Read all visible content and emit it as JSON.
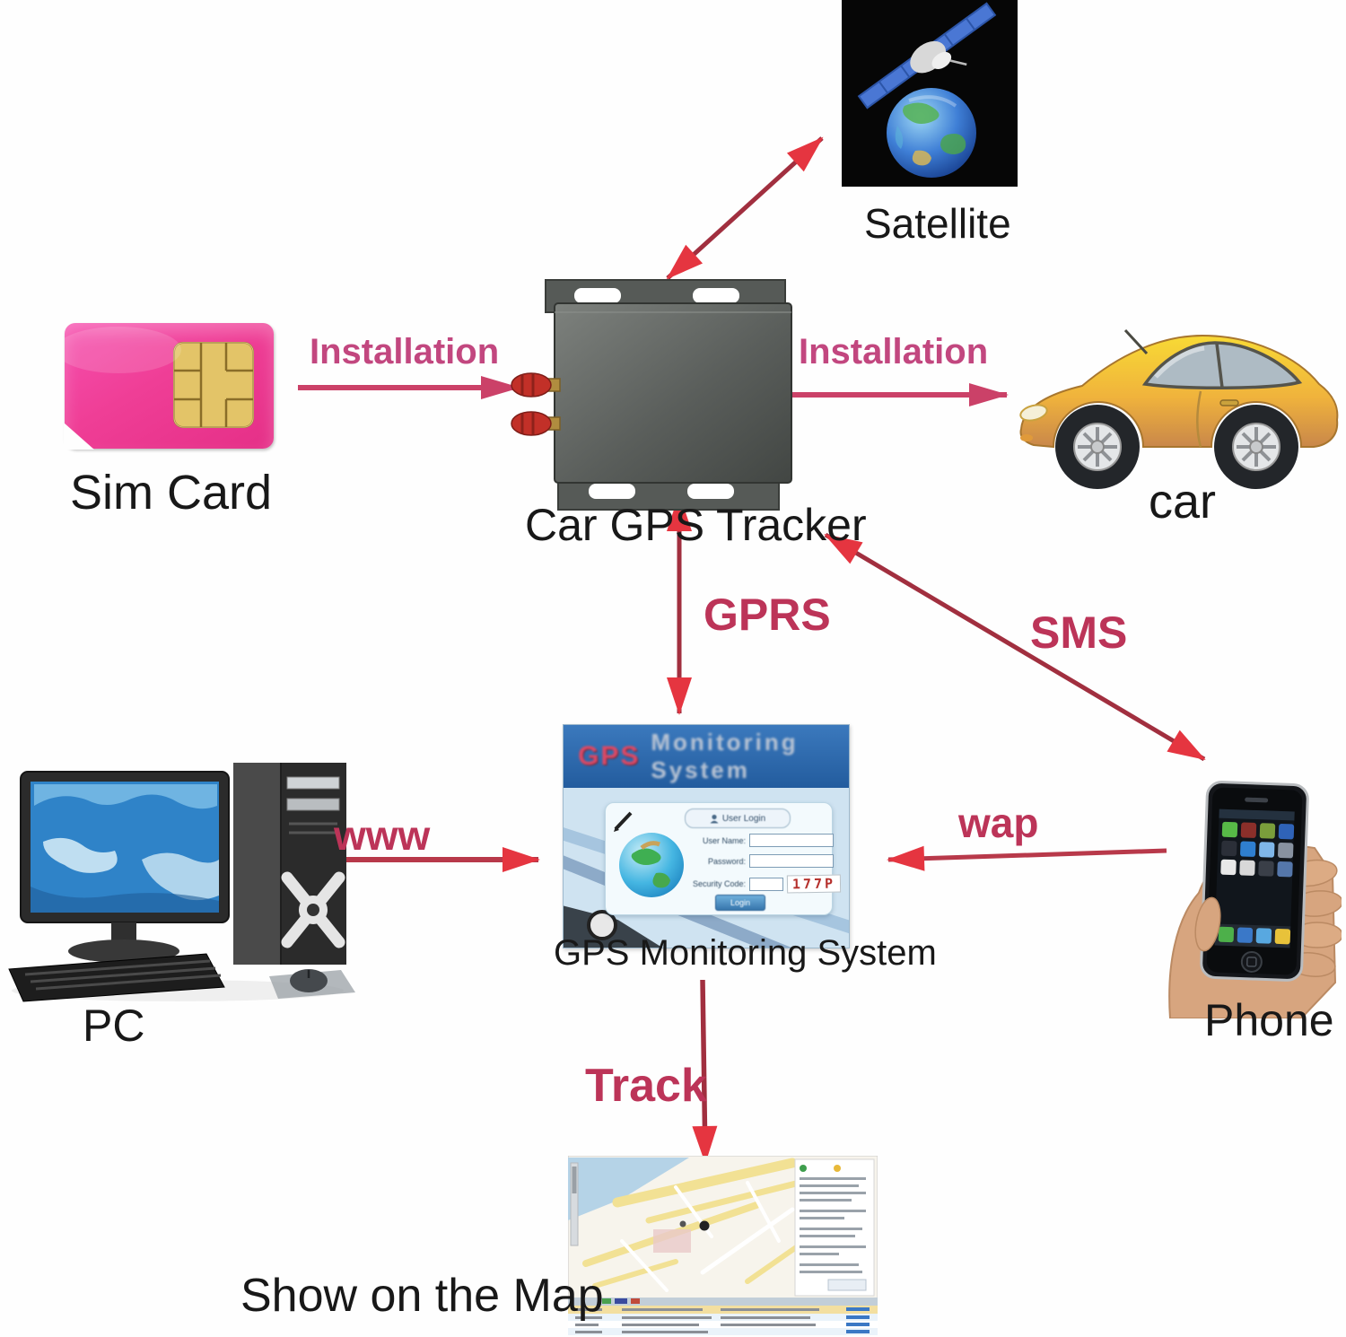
{
  "title": "Car GPS Tracker system diagram",
  "colors": {
    "installation_label": "#c2477f",
    "edge_label": "#bc3458",
    "arrow_pink": "#cb4168",
    "arrow_red_shaft": "#a12f3f",
    "arrow_red_head": "#e53540",
    "sim_pink": "#ef3e96",
    "tracker_gray": "#5a5e5b",
    "monitor_header_blue": "#2f6cae",
    "car_yellow": "#f2c733"
  },
  "nodes": {
    "satellite": {
      "label": "Satellite"
    },
    "sim": {
      "label": "Sim Card"
    },
    "tracker": {
      "label": "Car GPS Tracker"
    },
    "car": {
      "label": "car"
    },
    "pc": {
      "label": "PC"
    },
    "monitoring": {
      "label": "GPS Monitoring System",
      "screen": {
        "header_brand": "GPS",
        "header_rest": "Monitoring System",
        "login_title": "User Login",
        "fields": [
          {
            "label": "User Name:",
            "value": ""
          },
          {
            "label": "Password:",
            "value": ""
          },
          {
            "label": "Security Code:",
            "value": ""
          }
        ],
        "captcha": "177P",
        "login_button": "Login"
      }
    },
    "phone": {
      "label": "Phone"
    },
    "map": {
      "label": "Show on the Map"
    }
  },
  "edges": {
    "install_sim": {
      "label": "Installation"
    },
    "install_car": {
      "label": "Installation"
    },
    "satellite_link": {
      "label": ""
    },
    "gprs": {
      "label": "GPRS"
    },
    "sms": {
      "label": "SMS"
    },
    "www": {
      "label": "www"
    },
    "wap": {
      "label": "wap"
    },
    "track": {
      "label": "Track"
    }
  }
}
